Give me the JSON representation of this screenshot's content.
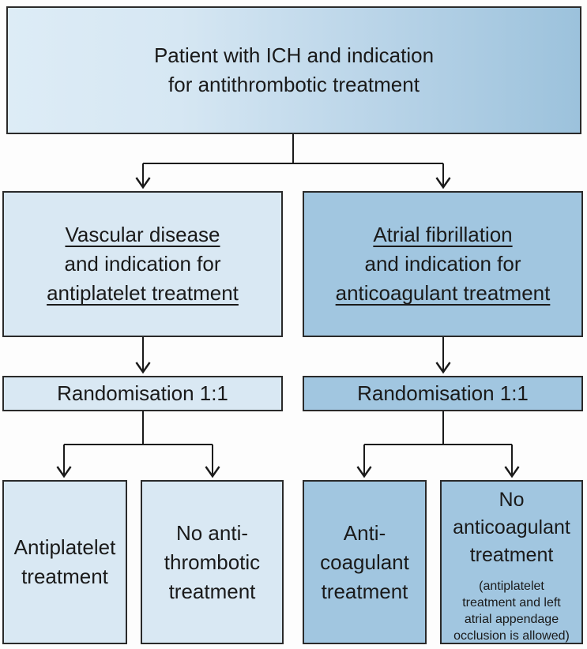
{
  "colors": {
    "light_fill": "#d9e8f3",
    "dark_fill": "#a1c6e0",
    "header_gradient_start": "#ddecf6",
    "header_gradient_end": "#9cc2dc",
    "border": "#2a2a2a",
    "line": "#1a1a1a",
    "text": "#1a1a1a",
    "background": "#fdfdfd"
  },
  "nodes": {
    "root": {
      "lines": [
        "Patient with ICH and indication",
        "for antithrombotic treatment"
      ]
    },
    "vascular": {
      "lines": [
        "Vascular disease",
        "and indication for",
        "antiplatelet treatment"
      ]
    },
    "afib": {
      "lines": [
        "Atrial fibrillation",
        "and indication for",
        "anticoagulant treatment"
      ]
    },
    "rand_left": {
      "label": "Randomisation 1:1"
    },
    "rand_right": {
      "label": "Randomisation 1:1"
    },
    "antiplatelet": {
      "lines": [
        "Antiplatelet",
        "treatment"
      ]
    },
    "no_antithrombotic": {
      "lines": [
        "No anti-",
        "thrombotic",
        "treatment"
      ]
    },
    "anticoagulant": {
      "lines": [
        "Anti-",
        "coagulant",
        "treatment"
      ]
    },
    "no_anticoagulant": {
      "lines": [
        "No",
        "anticoagulant",
        "treatment"
      ],
      "note_lines": [
        "(antiplatelet",
        "treatment and left",
        "atrial appendage",
        "occlusion is allowed)"
      ]
    }
  }
}
